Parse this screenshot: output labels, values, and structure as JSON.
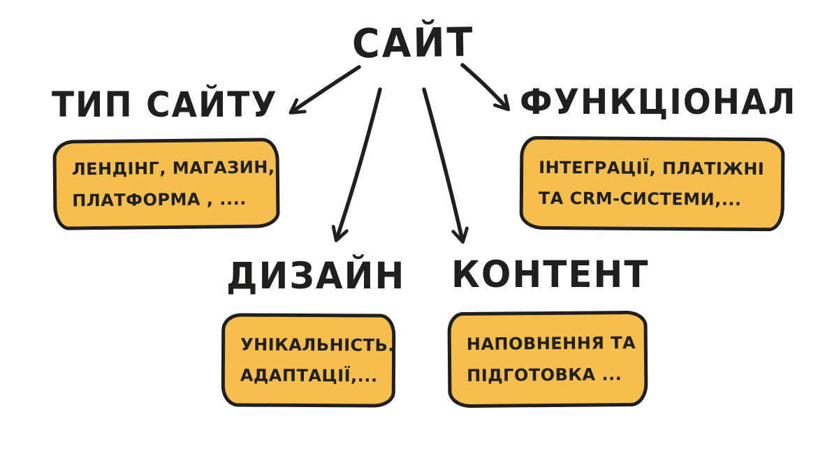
{
  "diagram": {
    "title": "САЙТ",
    "nodes": [
      {
        "id": "site-type",
        "label": "ТИП САЙТУ",
        "box": {
          "line1": "ЛЕНДІНГ, МАГАЗИН,",
          "line2": "ПЛАТФОРМА , ...."
        }
      },
      {
        "id": "functionality",
        "label": "ФУНКЦІОНАЛ",
        "box": {
          "line1": "ІНТЕГРАЦІЇ, ПЛАТІЖНІ",
          "line2": "ТА CRM-СИСТЕМИ,..."
        }
      },
      {
        "id": "design",
        "label": "ДИЗАЙН",
        "box": {
          "line1": "УНІКАЛЬНІСТЬ.",
          "line2": "АДАПТАЦІЇ,..."
        }
      },
      {
        "id": "content",
        "label": "КОНТЕНТ",
        "box": {
          "line1": "НАПОВНЕННЯ ТА",
          "line2": "ПІДГОТОВКА ..."
        }
      }
    ],
    "connectors": [
      {
        "from": "САЙТ",
        "to": "ТИП САЙТУ"
      },
      {
        "from": "САЙТ",
        "to": "ФУНКЦІОНАЛ"
      },
      {
        "from": "САЙТ",
        "to": "ДИЗАЙН"
      },
      {
        "from": "САЙТ",
        "to": "КОНТЕНТ"
      }
    ],
    "colors": {
      "box_fill": "#F6BE4D",
      "ink": "#1F1F1D",
      "background": "#FFFFFF"
    }
  }
}
